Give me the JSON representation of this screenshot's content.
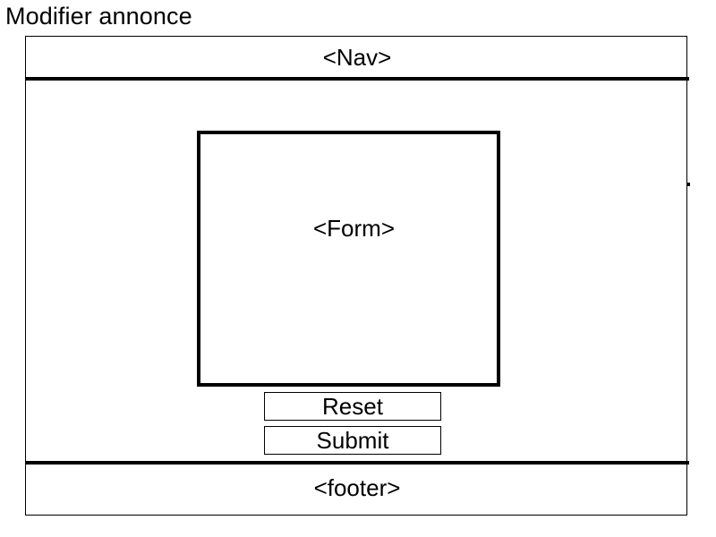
{
  "title": "Modifier annonce",
  "nav": {
    "label": "<Nav>"
  },
  "form": {
    "label": "<Form>"
  },
  "buttons": {
    "reset_label": "Reset",
    "submit_label": "Submit"
  },
  "footer": {
    "label": "<footer>"
  }
}
